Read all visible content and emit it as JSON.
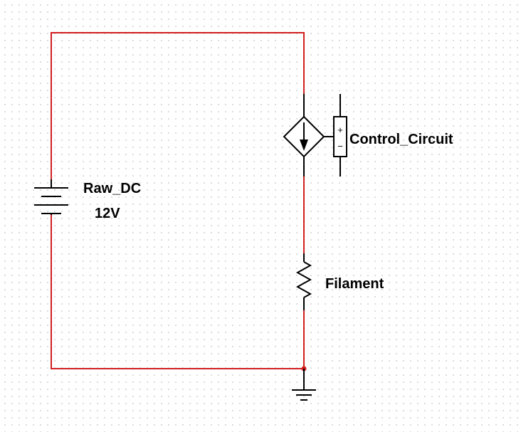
{
  "schematic": {
    "battery": {
      "name": "Raw_DC",
      "value": "12V"
    },
    "dependent_source": {
      "control_label": "Control_Circuit",
      "plus_sign": "+",
      "minus_sign": "−"
    },
    "resistor": {
      "name": "Filament"
    }
  },
  "colors": {
    "wire": "#d21f1f",
    "component": "#000000",
    "grid_dot": "#b0b0b0",
    "background": "#ffffff"
  }
}
